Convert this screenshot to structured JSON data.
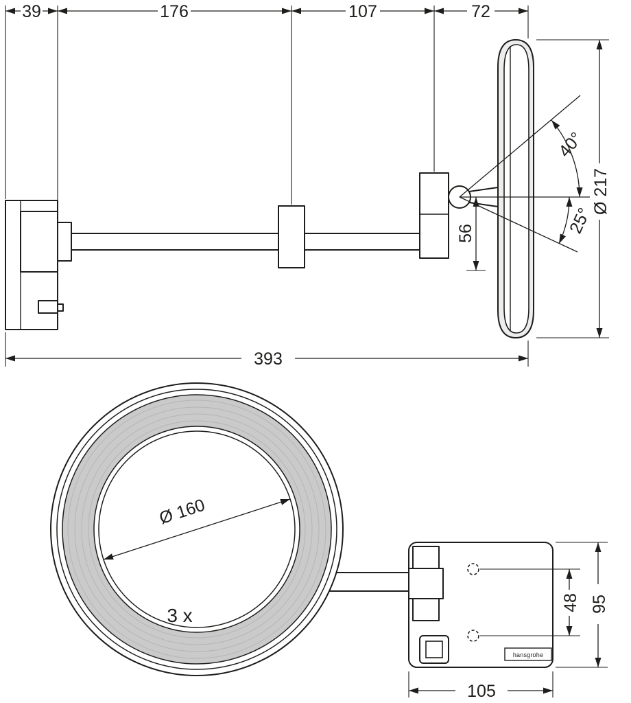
{
  "drawing": {
    "side_view": {
      "dim_39": "39",
      "dim_176": "176",
      "dim_107": "107",
      "dim_72": "72",
      "dim_total": "393",
      "dim_mirror_diameter": "Ø 217",
      "dim_offset": "56",
      "angle_upper": "40°",
      "angle_lower": "25°"
    },
    "front_view": {
      "dim_mirror_glass": "Ø 160",
      "magnification": "3 x",
      "dim_hole_spacing": "48",
      "dim_plate_height": "95",
      "dim_plate_width": "105",
      "brand": "hansgrohe"
    },
    "colors": {
      "line": "#1d1d1b",
      "ring_fill": "#cacaca",
      "background": "#ffffff"
    }
  }
}
